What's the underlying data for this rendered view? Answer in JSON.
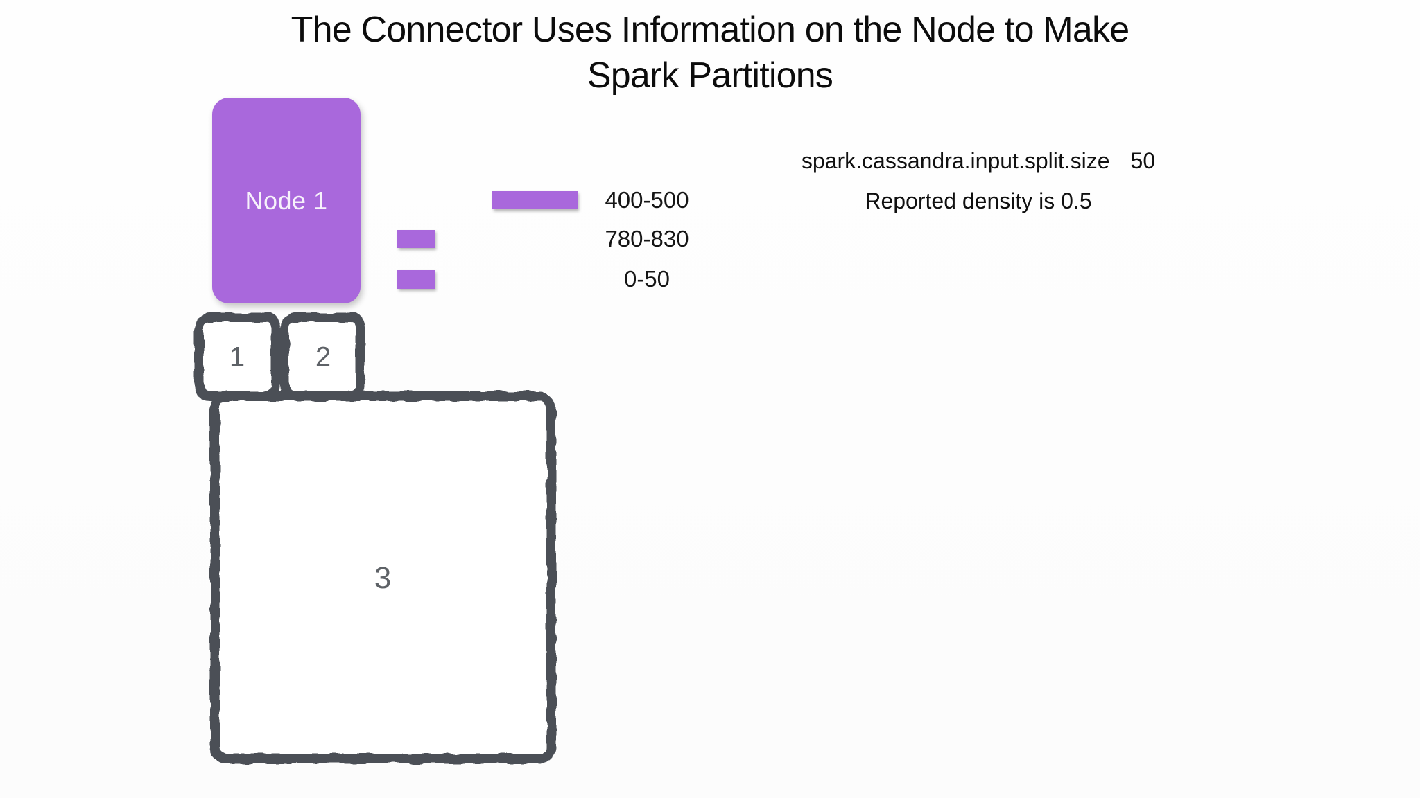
{
  "title": {
    "line1": "The Connector Uses Information on the Node to Make",
    "line2": "Spark Partitions"
  },
  "node": {
    "label": "Node 1"
  },
  "token_ranges": [
    {
      "label": "400-500",
      "bar": "long"
    },
    {
      "label": "780-830",
      "bar": "short"
    },
    {
      "label": "0-50",
      "bar": "short"
    }
  ],
  "config": {
    "split_size_label": "spark.cassandra.input.split.size",
    "split_size_value": "50",
    "density_text": "Reported density is 0.5"
  },
  "partitions": [
    {
      "num": "1"
    },
    {
      "num": "2"
    },
    {
      "num": "3"
    }
  ],
  "colors": {
    "purple": "#a968dc",
    "sketch_border_gray": "#4b5057",
    "number_gray": "#5e6267",
    "title_black": "#0c0c0c",
    "background": "#fdfdfd"
  }
}
